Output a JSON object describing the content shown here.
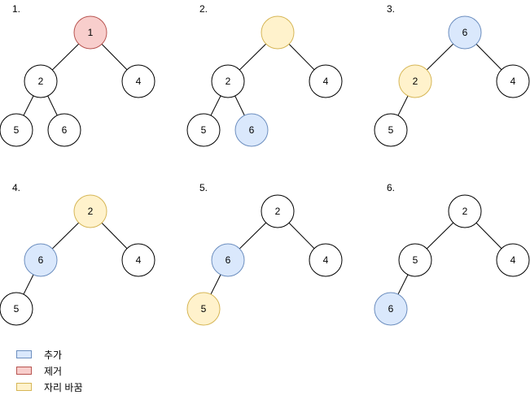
{
  "colors": {
    "added_fill": "#dae8fc",
    "added_stroke": "#6c8ebf",
    "removed_fill": "#f8cecc",
    "removed_stroke": "#b85450",
    "swapped_fill": "#fff2cc",
    "swapped_stroke": "#d6b656",
    "default_fill": "#ffffff",
    "default_stroke": "#000000"
  },
  "steps": [
    {
      "label": "1.",
      "nodes": [
        {
          "id": "r",
          "value": "1",
          "state": "removed"
        },
        {
          "id": "l",
          "value": "2",
          "state": "default"
        },
        {
          "id": "rr",
          "value": "4",
          "state": "default"
        },
        {
          "id": "ll",
          "value": "5",
          "state": "default"
        },
        {
          "id": "lr",
          "value": "6",
          "state": "default"
        }
      ]
    },
    {
      "label": "2.",
      "nodes": [
        {
          "id": "r",
          "value": "",
          "state": "swapped"
        },
        {
          "id": "l",
          "value": "2",
          "state": "default"
        },
        {
          "id": "rr",
          "value": "4",
          "state": "default"
        },
        {
          "id": "ll",
          "value": "5",
          "state": "default"
        },
        {
          "id": "lr",
          "value": "6",
          "state": "added"
        }
      ]
    },
    {
      "label": "3.",
      "nodes": [
        {
          "id": "r",
          "value": "6",
          "state": "added"
        },
        {
          "id": "l",
          "value": "2",
          "state": "swapped"
        },
        {
          "id": "rr",
          "value": "4",
          "state": "default"
        },
        {
          "id": "ll",
          "value": "5",
          "state": "default"
        }
      ]
    },
    {
      "label": "4.",
      "nodes": [
        {
          "id": "r",
          "value": "2",
          "state": "swapped"
        },
        {
          "id": "l",
          "value": "6",
          "state": "added"
        },
        {
          "id": "rr",
          "value": "4",
          "state": "default"
        },
        {
          "id": "ll",
          "value": "5",
          "state": "default"
        }
      ]
    },
    {
      "label": "5.",
      "nodes": [
        {
          "id": "r",
          "value": "2",
          "state": "default"
        },
        {
          "id": "l",
          "value": "6",
          "state": "added"
        },
        {
          "id": "rr",
          "value": "4",
          "state": "default"
        },
        {
          "id": "ll",
          "value": "5",
          "state": "swapped"
        }
      ]
    },
    {
      "label": "6.",
      "nodes": [
        {
          "id": "r",
          "value": "2",
          "state": "default"
        },
        {
          "id": "l",
          "value": "5",
          "state": "default"
        },
        {
          "id": "rr",
          "value": "4",
          "state": "default"
        },
        {
          "id": "ll",
          "value": "6",
          "state": "added"
        }
      ]
    }
  ],
  "legend": [
    {
      "state": "added",
      "label": "추가"
    },
    {
      "state": "removed",
      "label": "제거"
    },
    {
      "state": "swapped",
      "label": "자리 바꿈"
    }
  ]
}
